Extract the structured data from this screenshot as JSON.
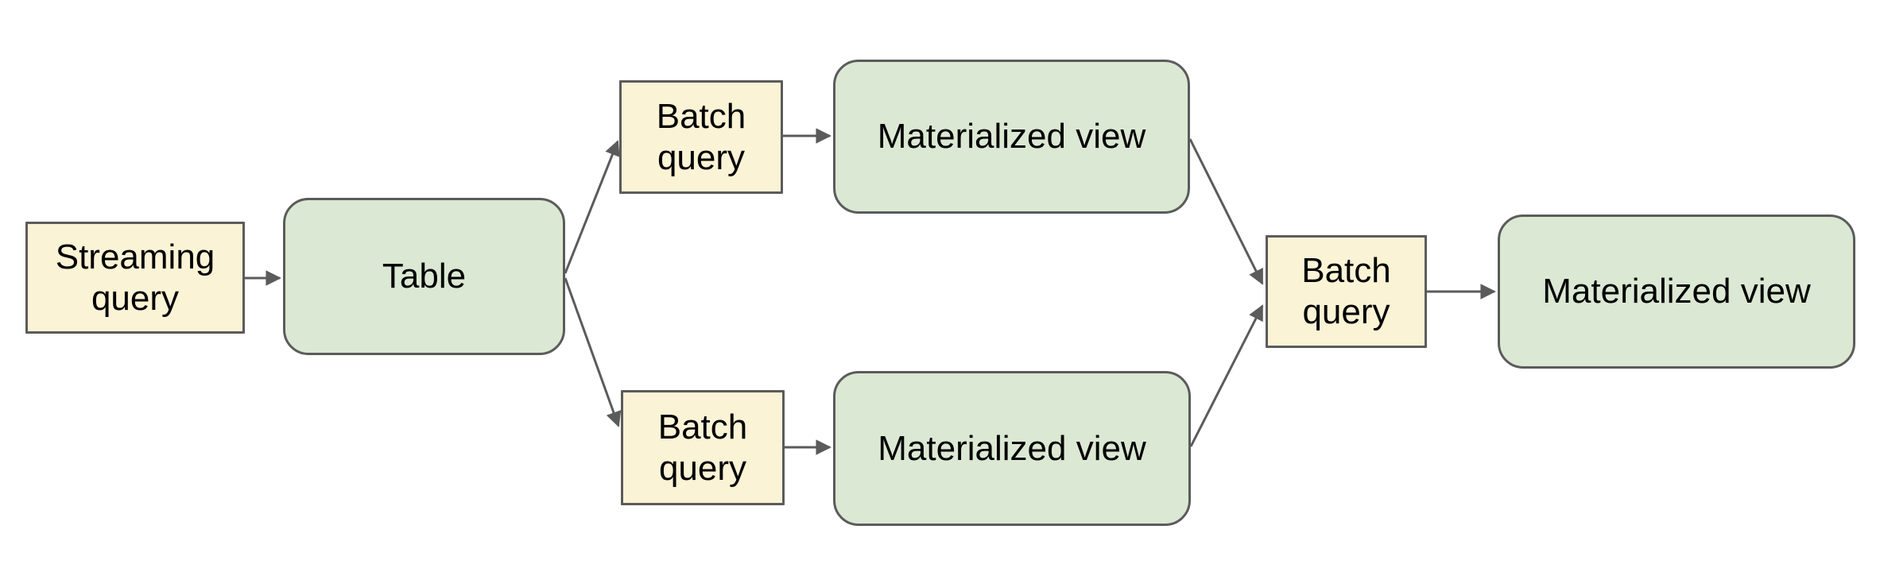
{
  "diagram": {
    "type": "flowchart",
    "colors": {
      "background": "#ffffff",
      "query_box_fill": "#fbf3d5",
      "view_box_fill": "#dbe8d3",
      "stroke": "#5b5b5b",
      "text": "#000000"
    },
    "nodes": [
      {
        "id": "streaming-query",
        "label": "Streaming query",
        "kind": "query"
      },
      {
        "id": "table",
        "label": "Table",
        "kind": "view"
      },
      {
        "id": "batch-query-top",
        "label": "Batch query",
        "kind": "query"
      },
      {
        "id": "materialized-view-top",
        "label": "Materialized view",
        "kind": "view"
      },
      {
        "id": "batch-query-bottom",
        "label": "Batch query",
        "kind": "query"
      },
      {
        "id": "materialized-view-bottom",
        "label": "Materialized view",
        "kind": "view"
      },
      {
        "id": "batch-query-right",
        "label": "Batch query",
        "kind": "query"
      },
      {
        "id": "materialized-view-right",
        "label": "Materialized view",
        "kind": "view"
      }
    ],
    "edges": [
      {
        "from": "streaming-query",
        "to": "table"
      },
      {
        "from": "table",
        "to": "batch-query-top"
      },
      {
        "from": "table",
        "to": "batch-query-bottom"
      },
      {
        "from": "batch-query-top",
        "to": "materialized-view-top"
      },
      {
        "from": "batch-query-bottom",
        "to": "materialized-view-bottom"
      },
      {
        "from": "materialized-view-top",
        "to": "batch-query-right"
      },
      {
        "from": "materialized-view-bottom",
        "to": "batch-query-right"
      },
      {
        "from": "batch-query-right",
        "to": "materialized-view-right"
      }
    ]
  }
}
